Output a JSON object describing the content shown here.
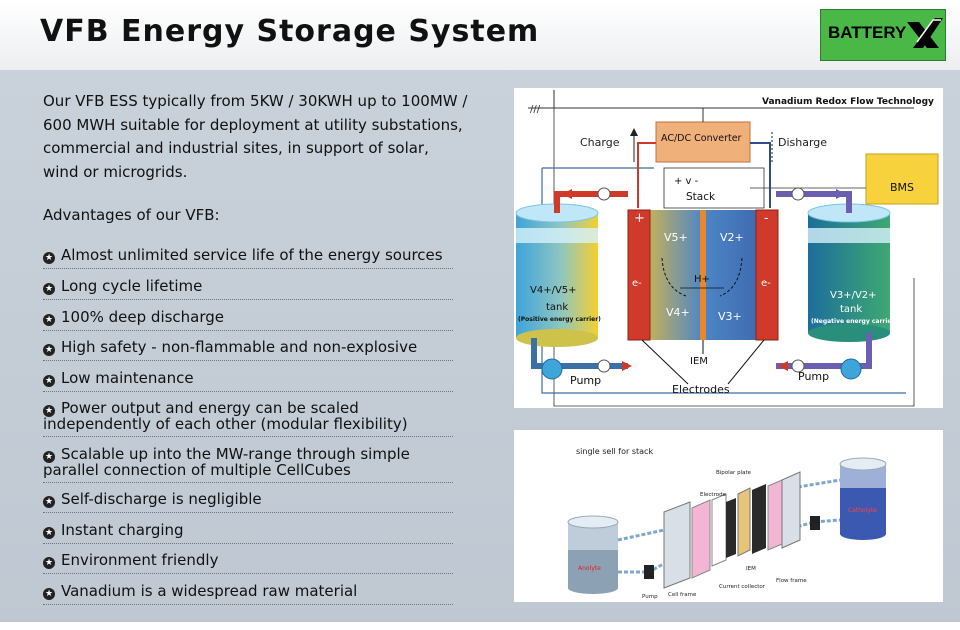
{
  "header": {
    "title": "VFB Energy Storage System",
    "logo_text": "BATTERY",
    "logo_mark": "X"
  },
  "intro": "Our VFB ESS typically from 5KW / 30KWH up to 100MW /\n600 MWH suitable for deployment at utility substations,\ncommercial and industrial sites, in support of solar,\nwind or microgrids.",
  "advantages_heading": "Advantages of our VFB:",
  "advantages": [
    "Almost unlimited service life of the energy sources",
    "Long cycle lifetime",
    "100% deep discharge",
    "High safety - non-flammable and non-explosive",
    "Low maintenance",
    "Power output and energy can be scaled independently of each other (modular flexibility)",
    "Scalable up into the MW-range through simple parallel connection of multiple CellCubes",
    "Self-discharge is negligible",
    "Instant charging",
    "Environment friendly",
    "Vanadium is a widespread raw material"
  ],
  "figure1": {
    "title": "Vanadium Redox Flow Technology",
    "converter": "AC/DC Converter",
    "charge": "Charge",
    "discharge": "Disharge",
    "bms": "BMS",
    "stack": "Stack",
    "stack_signs": "+ v -",
    "left_tank_label": "V4+/V5+",
    "left_tank_word": "tank",
    "left_tank_sub": "(Positive energy carrier)",
    "right_tank_label": "V3+/V2+",
    "right_tank_word": "tank",
    "right_tank_sub": "(Negative energy carrier)",
    "v5": "V5+",
    "v2": "V2+",
    "v4": "V4+",
    "v3": "V3+",
    "h": "H+",
    "iem": "IEM",
    "electrodes": "Electrodes",
    "pump_left": "Pump",
    "pump_right": "Pump",
    "electron": "e-",
    "plus": "+",
    "minus": "-"
  },
  "figure2": {
    "title": "single sell for stack",
    "bipolar_plate": "Bipolar plate",
    "electrode": "Electrode",
    "iem": "IEM",
    "current_collector": "Current collector",
    "flow_frame": "Flow frame",
    "cell_frame": "Cell frame",
    "pump": "Pump",
    "anolyte": "Anolyte",
    "catholyte": "Catholyte"
  },
  "colors": {
    "logo_green": "#49b847",
    "converter_orange": "#f0b07a",
    "bms_yellow": "#f7d23c",
    "positive_tank_blue": "#3fa4d9",
    "positive_tank_yellow": "#f4d030",
    "negative_tank_teal": "#1f8fa6",
    "electrode_red": "#d03a2a",
    "membrane_orange": "#e8872c"
  }
}
